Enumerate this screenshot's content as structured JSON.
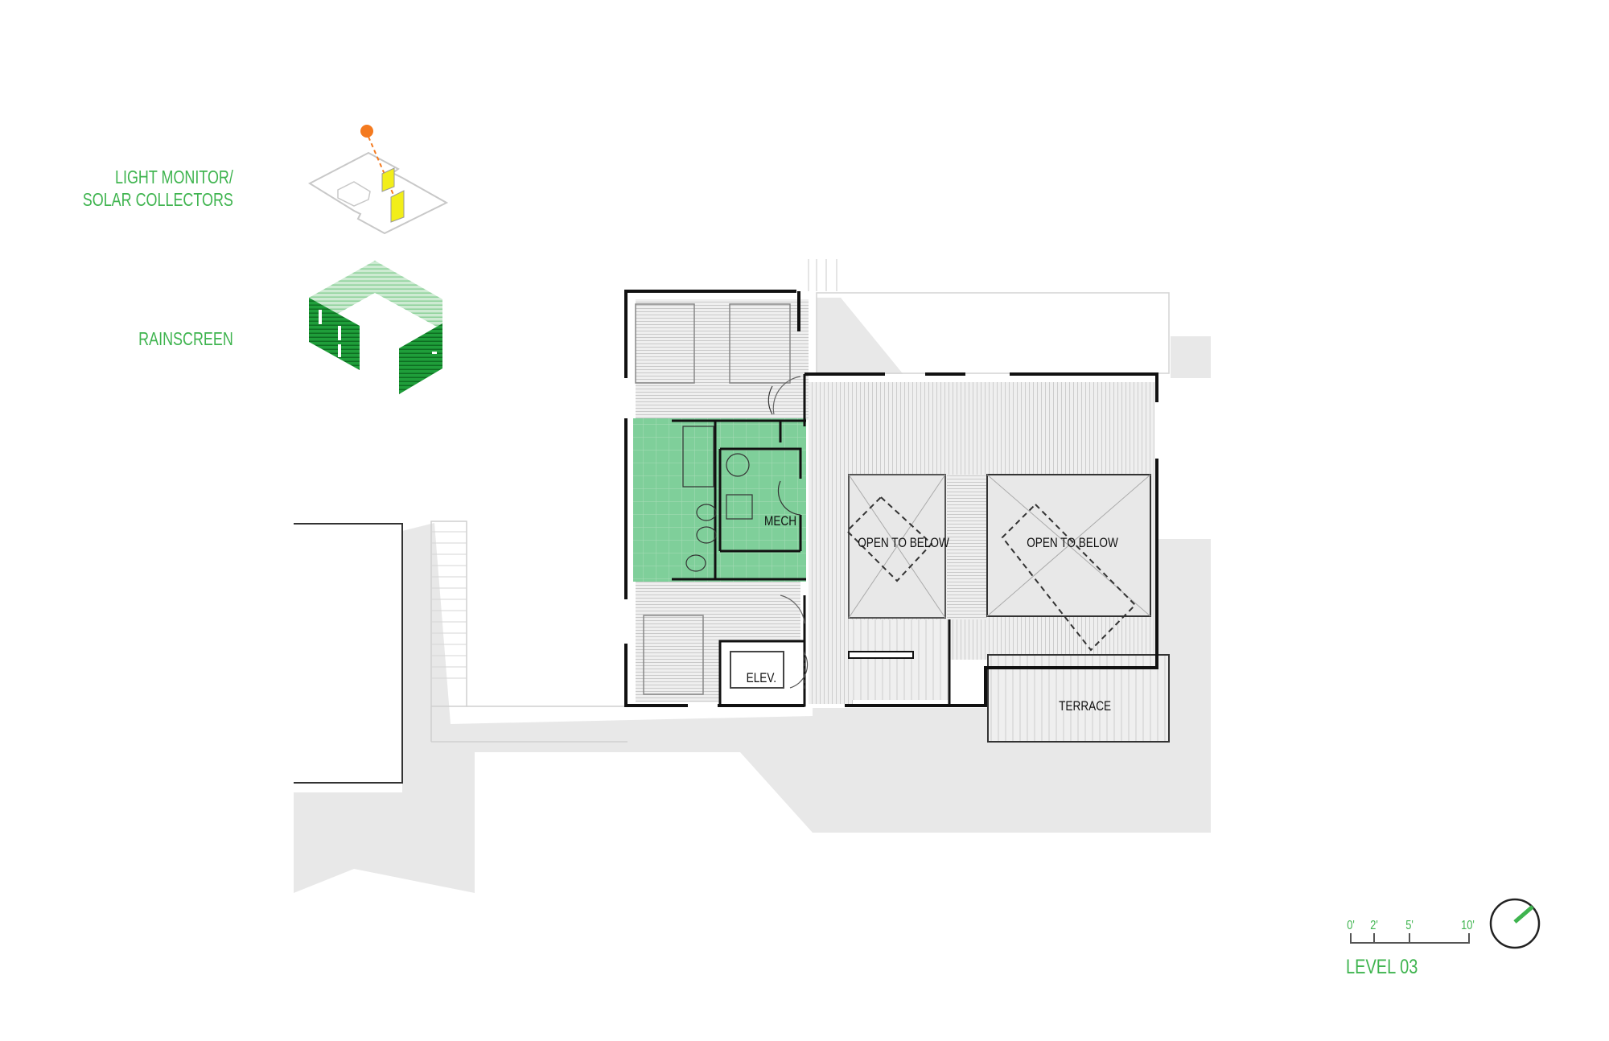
{
  "legend": {
    "items": [
      {
        "label_line1": "LIGHT MONITOR/",
        "label_line2": "SOLAR COLLECTORS",
        "icon": "light-monitor-isometric-icon"
      },
      {
        "label_line1": "RAINSCREEN",
        "label_line2": "",
        "icon": "rainscreen-isometric-icon"
      }
    ]
  },
  "plan": {
    "rooms": {
      "mech": "MECH",
      "elev": "ELEV.",
      "open_left": "OPEN TO BELOW",
      "open_right": "OPEN TO BELOW",
      "terrace": "TERRACE"
    },
    "highlight_color": "#7fcf9a"
  },
  "scale_bar": {
    "ticks": [
      "0'",
      "2'",
      "5'",
      "10'"
    ],
    "title": "LEVEL 03"
  },
  "north_arrow": {
    "icon": "north-arrow-icon"
  },
  "colors": {
    "accent_green": "#3fb44f",
    "rainscreen_green": "#1f9e3a",
    "sun_orange": "#f47a1f",
    "solar_yellow": "#f2ee1a",
    "shadow_gray": "#e8e8e8",
    "wall_black": "#111111"
  }
}
